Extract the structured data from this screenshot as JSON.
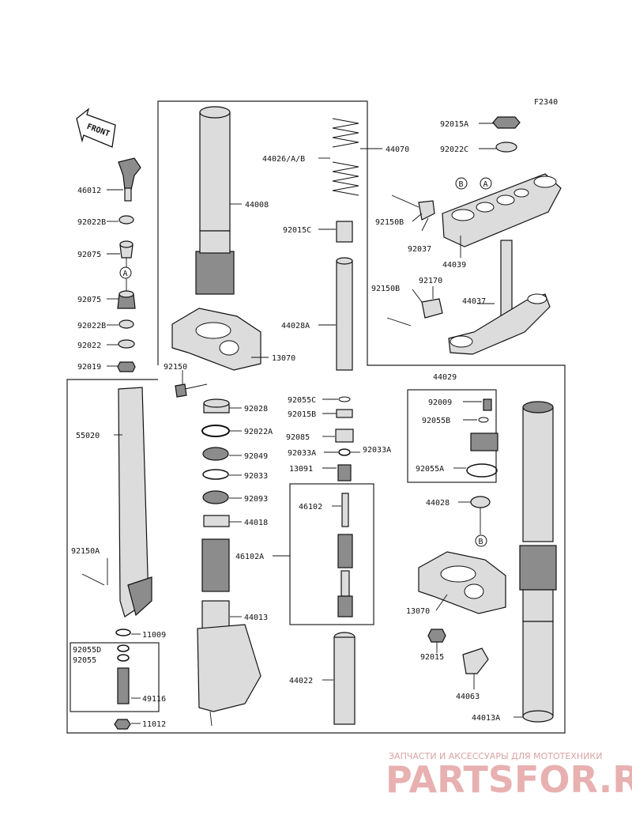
{
  "diagram_id": "F2340",
  "front_label": "FRONT",
  "callouts": [
    "A",
    "B"
  ],
  "labels": {
    "p46012": "46012",
    "p92022B_1": "92022B",
    "p92075_1": "92075",
    "p92075_2": "92075",
    "p92022B_2": "92022B",
    "p92022": "92022",
    "p92019": "92019",
    "p44008": "44008",
    "p44026": "44026/A/B",
    "p44070": "44070",
    "p92015C": "92015C",
    "p44028A": "44028A",
    "p13070_1": "13070",
    "p92150": "92150",
    "p92015A": "92015A",
    "p92022C": "92022C",
    "p92150B_1": "92150B",
    "p92037": "92037",
    "p44039": "44039",
    "p92150B_2": "92150B",
    "p92170": "92170",
    "p44037": "44037",
    "p55020": "55020",
    "p92150A": "92150A",
    "p11009": "11009",
    "p92055D": "92055D",
    "p92055": "92055",
    "p49116": "49116",
    "p11012": "11012",
    "p92028": "92028",
    "p92022A": "92022A",
    "p92049": "92049",
    "p92033": "92033",
    "p92093": "92093",
    "p44018": "44018",
    "p44013": "44013",
    "p92055C": "92055C",
    "p92015B": "92015B",
    "p92085": "92085",
    "p92033A_l": "92033A",
    "p92033A_r": "92033A",
    "p13091": "13091",
    "p46102": "46102",
    "p46102A": "46102A",
    "p44022": "44022",
    "p44029": "44029",
    "p92009": "92009",
    "p92055B": "92055B",
    "p92055A": "92055A",
    "p44028": "44028",
    "p13070_2": "13070",
    "p92015": "92015",
    "p44063": "44063",
    "p44013A": "44013A"
  },
  "watermark": {
    "tagline": "ЗАПЧАСТИ И АКСЕССУАРЫ ДЛЯ МОТОТЕХНИКИ",
    "brand": "PARTSFOR.RU"
  }
}
